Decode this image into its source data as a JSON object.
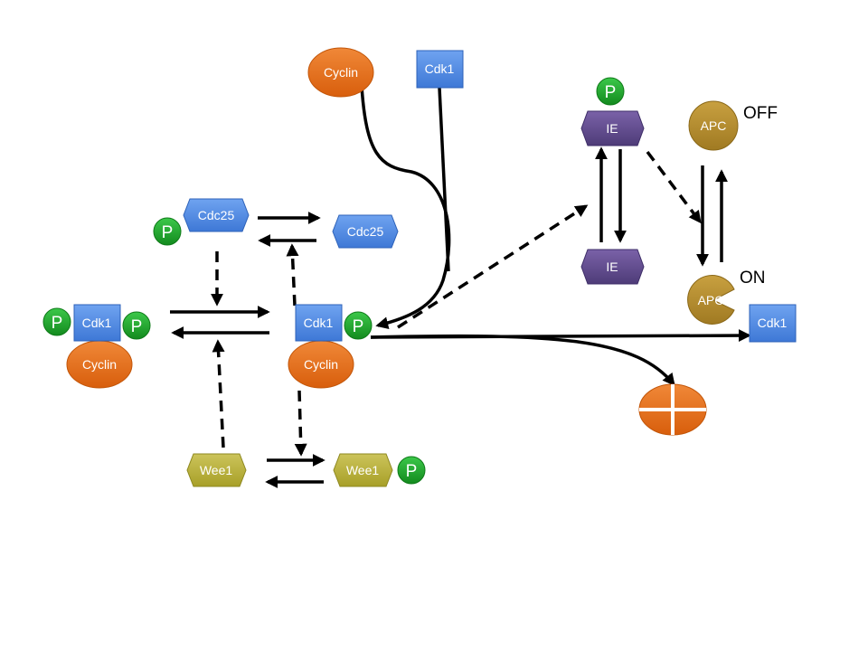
{
  "labels": {
    "cyclin": "Cyclin",
    "cdk1": "Cdk1",
    "cdc25": "Cdc25",
    "wee1": "Wee1",
    "p": "P",
    "ie": "IE",
    "apc": "APC",
    "off": "OFF",
    "on": "ON"
  },
  "colors": {
    "cyclin": "#E06A10",
    "cdk1": "#4A86E0",
    "cdc25": "#4A86E0",
    "wee1": "#B8B030",
    "phospho": "#1FA62A",
    "ie": "#5E4A8A",
    "apc": "#B08A2E",
    "arrow": "#000000"
  }
}
